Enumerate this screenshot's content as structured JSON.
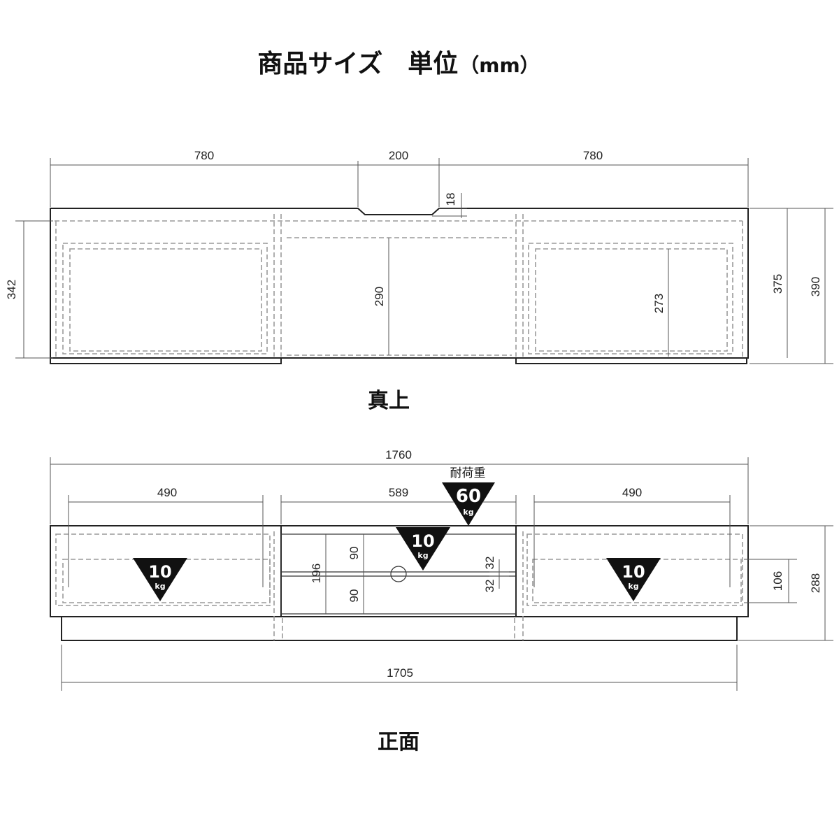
{
  "title": {
    "main": "商品サイズ　単位",
    "unit": "（mm）"
  },
  "views": {
    "top": "真上",
    "front": "正面"
  },
  "top_view": {
    "dims": {
      "left_width": "780",
      "opening_width": "200",
      "right_width": "780",
      "notch_depth": "18",
      "left_depth": "342",
      "center_depth": "290",
      "right_inner_depth": "273",
      "depth_inner": "375",
      "depth_total": "390"
    }
  },
  "front_view": {
    "dims": {
      "total_width": "1760",
      "left_drawer": "490",
      "center_open": "589",
      "right_drawer": "490",
      "center_height": "196",
      "upper_shelf": "90",
      "lower_shelf": "90",
      "shelf_gap_top": "32",
      "shelf_gap_bottom": "32",
      "drawer_height": "106",
      "total_height": "288",
      "base_width": "1705"
    },
    "loads": {
      "top_label": "耐荷重",
      "top_value": "60",
      "shelf_value": "10",
      "left_drawer_value": "10",
      "right_drawer_value": "10",
      "unit": "kg"
    }
  },
  "colors": {
    "line": "#222222",
    "dashed": "#9a9a9a",
    "badge": "#111111"
  }
}
